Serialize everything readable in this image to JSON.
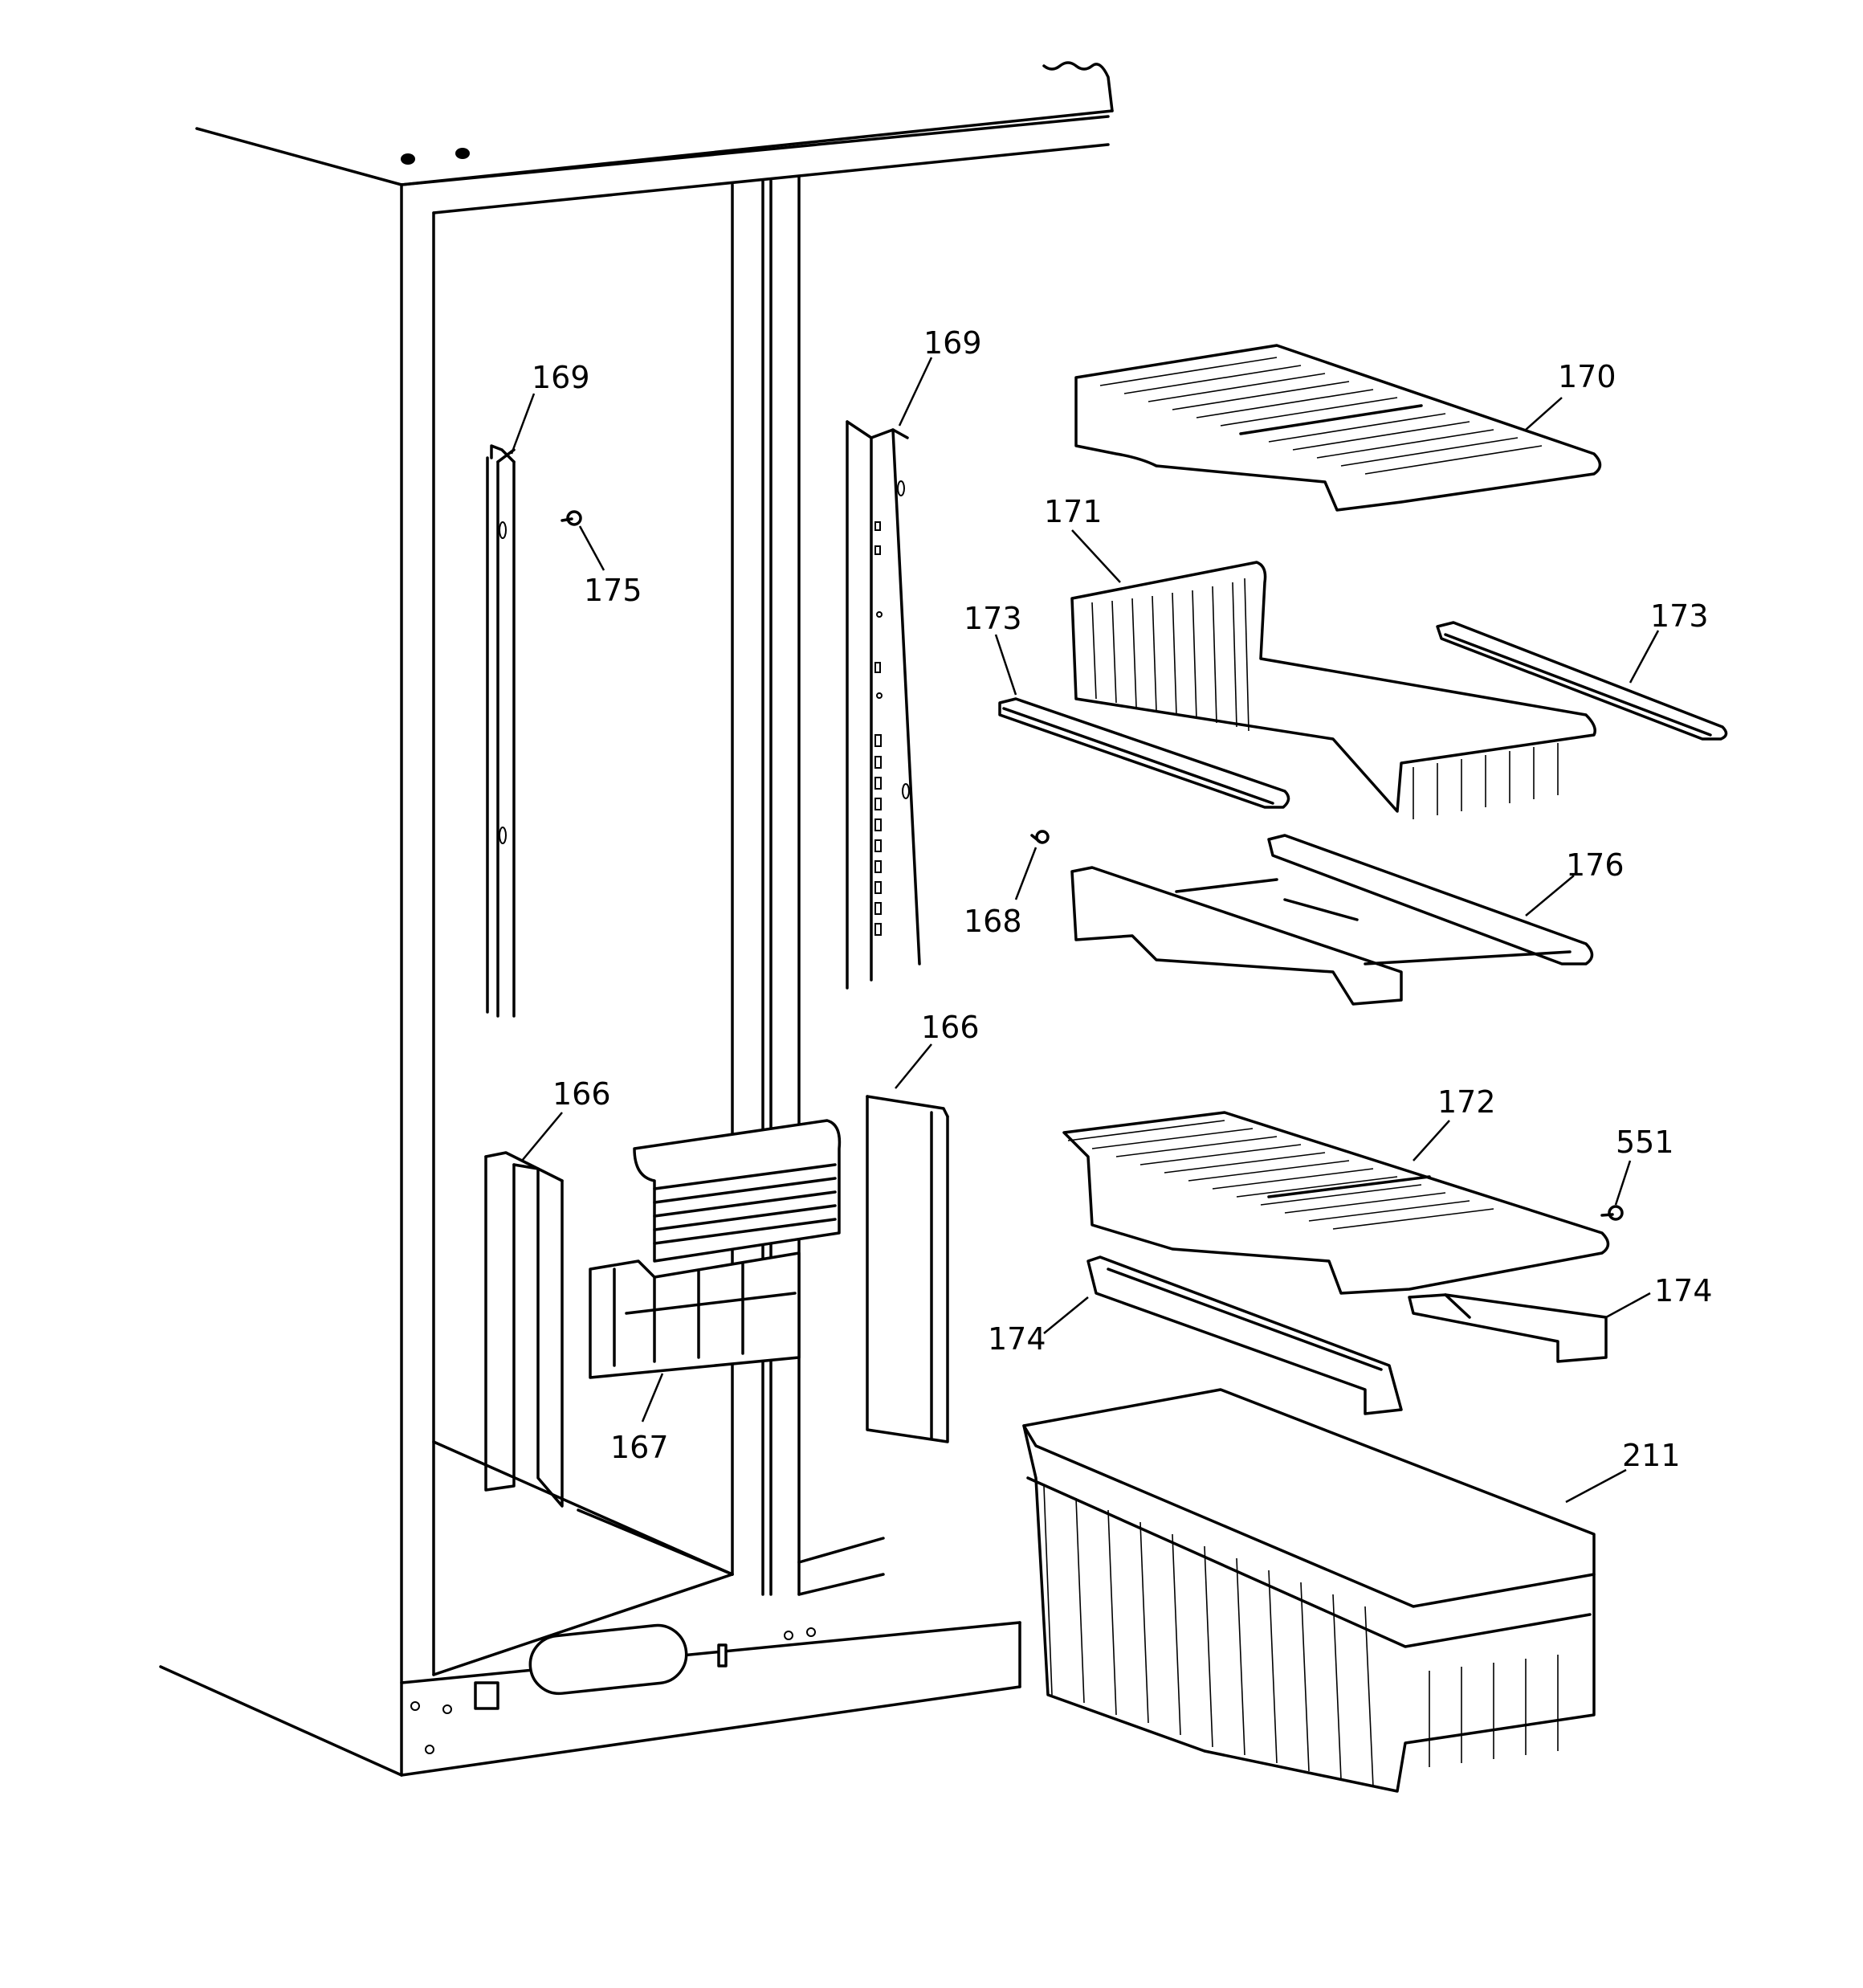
{
  "callouts": [
    {
      "id": "169",
      "text": "169"
    },
    {
      "id": "169b",
      "text": "169"
    },
    {
      "id": "175",
      "text": "175"
    },
    {
      "id": "170",
      "text": "170"
    },
    {
      "id": "171",
      "text": "171"
    },
    {
      "id": "173",
      "text": "173"
    },
    {
      "id": "173b",
      "text": "173"
    },
    {
      "id": "168",
      "text": "168"
    },
    {
      "id": "176",
      "text": "176"
    },
    {
      "id": "166",
      "text": "166"
    },
    {
      "id": "166b",
      "text": "166"
    },
    {
      "id": "172",
      "text": "172"
    },
    {
      "id": "551",
      "text": "551"
    },
    {
      "id": "174",
      "text": "174"
    },
    {
      "id": "174b",
      "text": "174"
    },
    {
      "id": "167",
      "text": "167"
    },
    {
      "id": "211",
      "text": "211"
    }
  ]
}
